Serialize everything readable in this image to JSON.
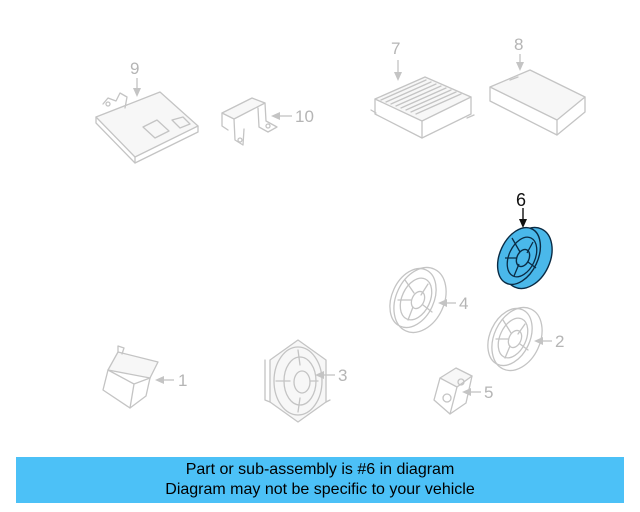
{
  "callouts": {
    "c1": "1",
    "c2": "2",
    "c3": "3",
    "c4": "4",
    "c5": "5",
    "c6": "6",
    "c7": "7",
    "c8": "8",
    "c9": "9",
    "c10": "10"
  },
  "highlighted_part": "6",
  "colors": {
    "highlight": "#4ab8ea",
    "banner": "#4cc1f7",
    "ghost": "#c4c4c4"
  },
  "banner": {
    "line1": "Part or sub-assembly is #6 in diagram",
    "line2": "Diagram may not be specific to your vehicle"
  }
}
